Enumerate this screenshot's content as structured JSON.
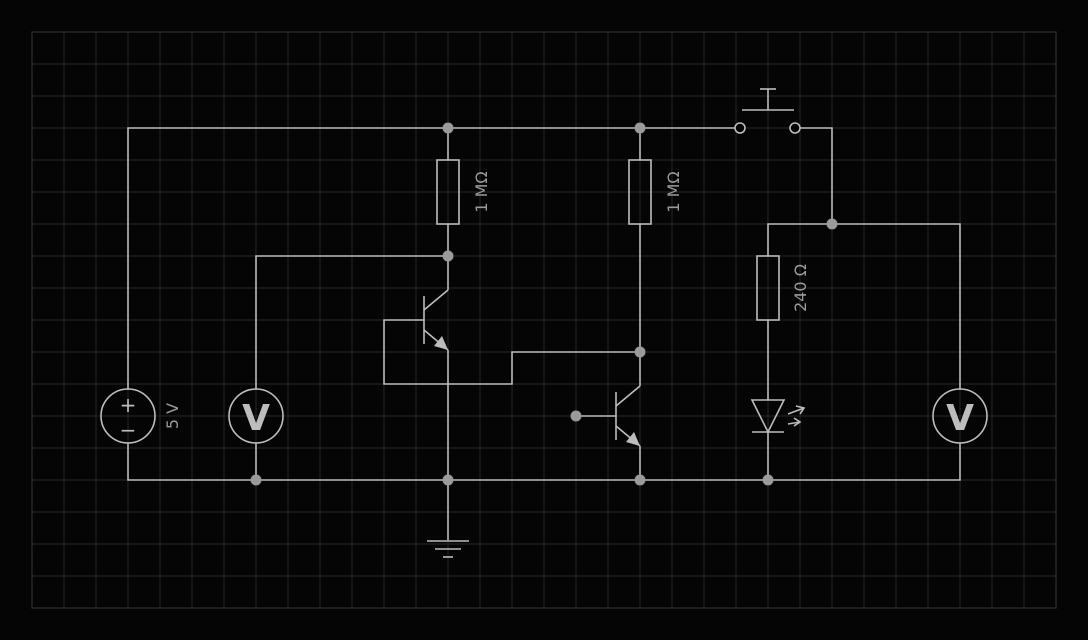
{
  "components": {
    "battery": {
      "label": "5 V",
      "plus": "+",
      "minus": "−"
    },
    "resistor_1": {
      "label": "1 MΩ"
    },
    "resistor_2": {
      "label": "1 MΩ"
    },
    "resistor_3": {
      "label": "240 Ω"
    },
    "voltmeter_1": {
      "symbol": "V"
    },
    "voltmeter_2": {
      "symbol": "V"
    }
  },
  "colors": {
    "background": "#050505",
    "grid": "#262626",
    "wire": "#bdbdbd",
    "node": "#9a9a9a",
    "label": "#9a9a9a"
  }
}
